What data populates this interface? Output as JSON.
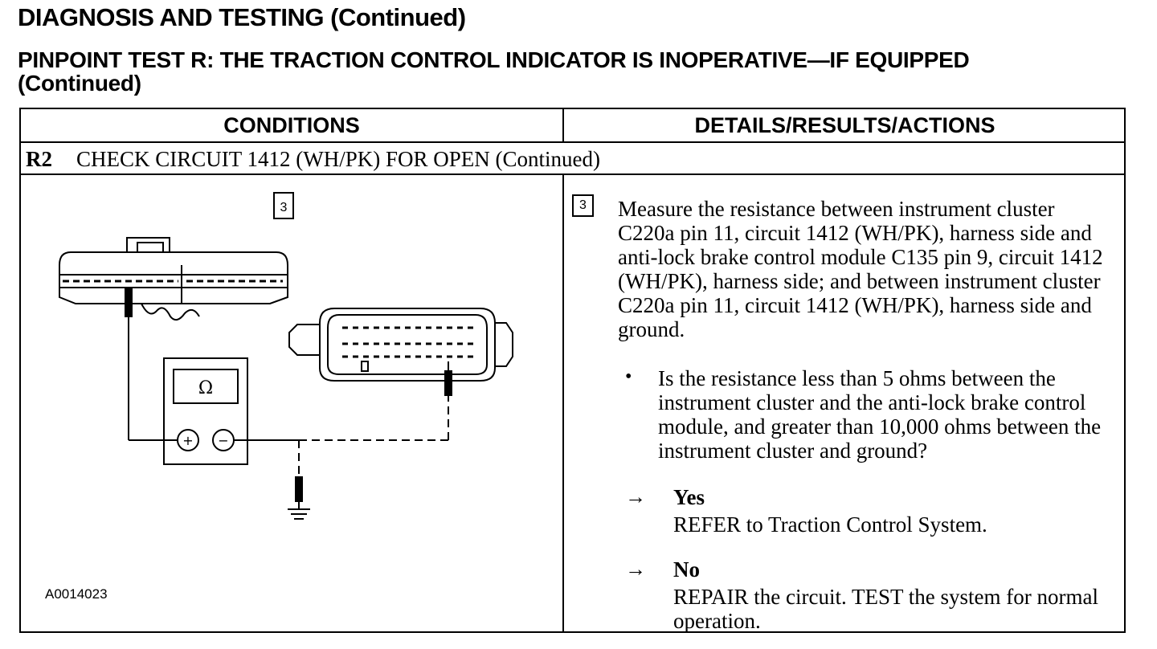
{
  "header": {
    "title": "DIAGNOSIS AND TESTING (Continued)",
    "subtitle_line1": "PINPOINT TEST R: THE TRACTION CONTROL INDICATOR IS INOPERATIVE—IF EQUIPPED",
    "subtitle_line2": "(Continued)"
  },
  "table": {
    "col_conditions": "CONDITIONS",
    "col_details": "DETAILS/RESULTS/ACTIONS",
    "step_number": "R2",
    "step_title": "CHECK CIRCUIT 1412 (WH/PK) FOR OPEN (Continued)"
  },
  "diagram": {
    "step_marker": "3",
    "meter_symbol": "Ω",
    "plus_symbol": "+",
    "minus_symbol": "−",
    "figure_id": "A0014023"
  },
  "details": {
    "step_marker": "3",
    "instruction": "Measure the resistance between instrument cluster C220a pin 11, circuit 1412 (WH/PK), harness side and anti-lock brake control module C135 pin 9, circuit 1412 (WH/PK), harness side; and between instrument cluster C220a pin 11, circuit 1412 (WH/PK), harness side and ground.",
    "bullet": "•",
    "question": "Is the resistance less than 5 ohms between the instrument cluster and the anti-lock brake control module, and greater than 10,000 ohms between the instrument cluster and ground?",
    "arrow": "→",
    "yes_label": "Yes",
    "yes_action": "REFER to Traction Control System.",
    "no_label": "No",
    "no_action": "REPAIR the circuit. TEST the system for normal operation."
  }
}
